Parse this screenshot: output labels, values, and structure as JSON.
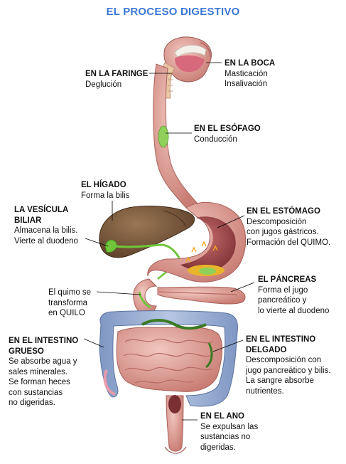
{
  "title": "EL PROCESO DIGESTIVO",
  "labels": {
    "faringe": {
      "head": "EN LA FARINGE",
      "lines": [
        "Deglución"
      ]
    },
    "boca": {
      "head": "EN LA BOCA",
      "lines": [
        "Masticación",
        "Insalivación"
      ]
    },
    "esofago": {
      "head": "EN EL ESÓFAGO",
      "lines": [
        "Conducción"
      ]
    },
    "higado": {
      "head": "EL HÍGADO",
      "lines": [
        "Forma la bilis"
      ]
    },
    "vesicula": {
      "head": "LA VESÍCULA",
      "lines": [
        "BILIAR",
        "Almacena la bilis.",
        "Vierte al duodeno"
      ]
    },
    "estomago": {
      "head": "EN EL ESTÓMAGO",
      "lines": [
        "Descomposición",
        "con jugos gástricos.",
        "Formación del QUIMO."
      ]
    },
    "pancreas": {
      "head": "EL PÁNCREAS",
      "lines": [
        "Forma el jugo",
        "pancreático y",
        "lo vierte al duodeno"
      ]
    },
    "quimo": {
      "head": "",
      "lines": [
        "El quimo se",
        "transforma",
        "en QUILO"
      ]
    },
    "grueso": {
      "head": "EN EL INTESTINO",
      "lines": [
        "GRUESO",
        "Se absorbe agua y",
        "sales minerales.",
        "Se forman heces",
        "con sustancias",
        "no digeridas."
      ]
    },
    "delgado": {
      "head": "EN EL INTESTINO",
      "lines": [
        "DELGADO",
        "Descomposición con",
        "jugo pancreático y bilis.",
        "La sangre absorbe",
        "nutrientes."
      ]
    },
    "ano": {
      "head": "EN EL ANO",
      "lines": [
        "Se expulsan las",
        "sustancias no",
        "digeridas."
      ]
    }
  },
  "colors": {
    "title": "#3b78d4",
    "organ": "#e2a9a0",
    "organ_dark": "#b86a63",
    "liver": "#7a5a3e",
    "bile": "#6fc63a",
    "pointer": "#000000"
  }
}
